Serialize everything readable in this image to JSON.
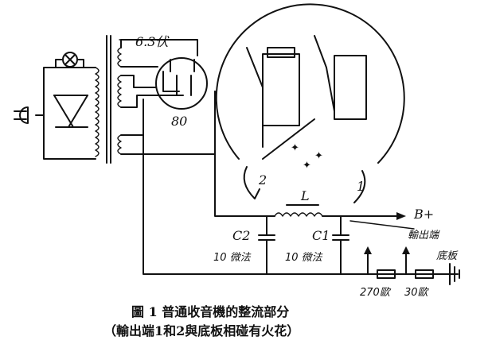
{
  "labels": {
    "filament_voltage": "6.3伏",
    "tube": "80",
    "inductor": "L",
    "bplus": "B+",
    "output_terminal": "輸出端",
    "c2_name": "C2",
    "c2_value": "10 微法",
    "c1_name": "C1",
    "c1_value": "10 微法",
    "chassis": "底板",
    "v270": "270歐",
    "v30": "30歐",
    "arrow1": "1",
    "arrow2": "2"
  },
  "caption": {
    "line1": "圖 1 普通收音機的整流部分",
    "line2": "（輸出端1和2與底板相碰有火花）"
  }
}
